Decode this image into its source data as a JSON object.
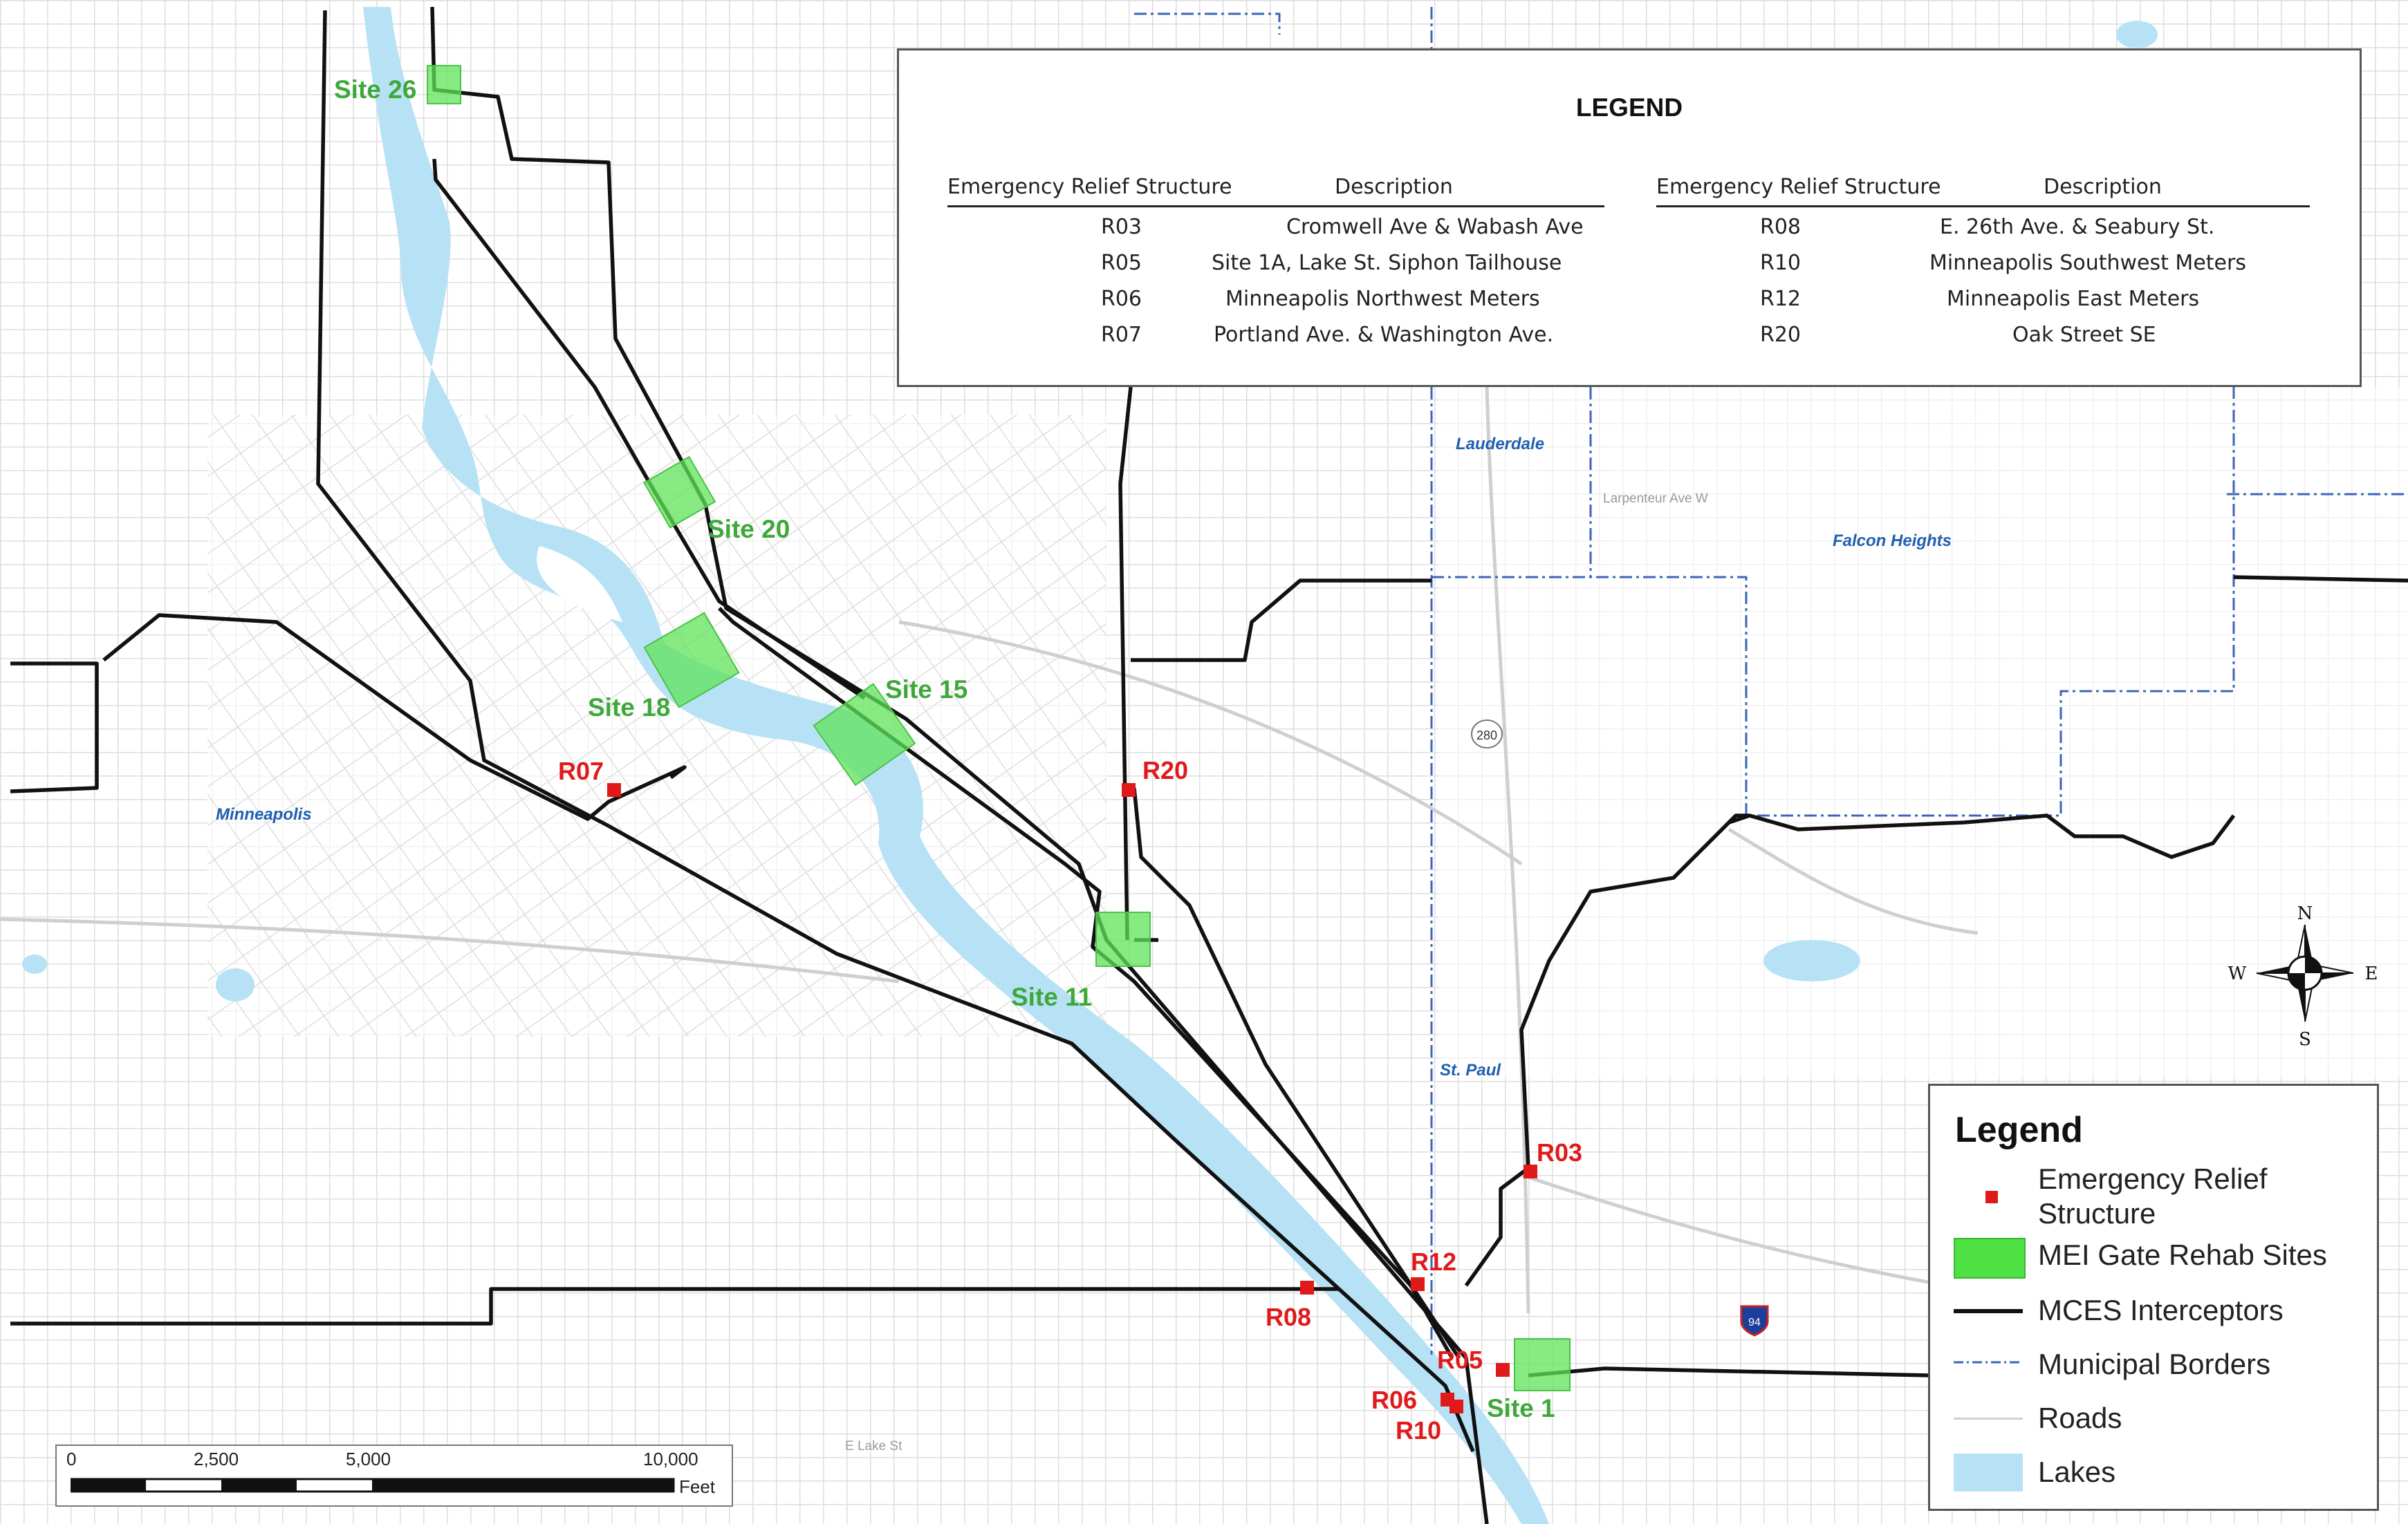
{
  "map": {
    "sites": [
      {
        "id": "site-26",
        "label": "Site 26"
      },
      {
        "id": "site-20",
        "label": "Site 20"
      },
      {
        "id": "site-18",
        "label": "Site 18"
      },
      {
        "id": "site-15",
        "label": "Site 15"
      },
      {
        "id": "site-11",
        "label": "Site 11"
      },
      {
        "id": "site-1",
        "label": "Site 1"
      }
    ],
    "relief_structures": [
      "R07",
      "R20",
      "R03",
      "R12",
      "R08",
      "R05",
      "R06",
      "R10"
    ],
    "places": [
      "Minneapolis",
      "Lauderdale",
      "Falcon Heights",
      "St. Paul"
    ],
    "roads": [
      "Larpenteur Ave W",
      "E Lake St"
    ],
    "highway_shields": [
      "280",
      "94"
    ],
    "colors": {
      "interceptor": "#111111",
      "lake": "#b7e2f6",
      "site": "#5fe35a",
      "relief": "#e01a1a",
      "border": "#3a66b8",
      "road": "#d8d8d8"
    }
  },
  "table": {
    "title": "LEGEND",
    "col_header_structure": "Emergency Relief Structure",
    "col_header_description": "Description",
    "left_rows": [
      {
        "id": "R03",
        "desc": "Cromwell Ave & Wabash Ave"
      },
      {
        "id": "R05",
        "desc": "Site 1A, Lake St. Siphon Tailhouse"
      },
      {
        "id": "R06",
        "desc": "Minneapolis Northwest Meters"
      },
      {
        "id": "R07",
        "desc": "Portland Ave. & Washington Ave."
      }
    ],
    "right_rows": [
      {
        "id": "R08",
        "desc": "E. 26th Ave. & Seabury St."
      },
      {
        "id": "R10",
        "desc": "Minneapolis Southwest Meters"
      },
      {
        "id": "R12",
        "desc": "Minneapolis East Meters"
      },
      {
        "id": "R20",
        "desc": "Oak Street SE"
      }
    ]
  },
  "legend": {
    "title": "Legend",
    "items": [
      {
        "label": "Emergency Relief Structure",
        "icon": "red-square"
      },
      {
        "label": "MEI Gate Rehab Sites",
        "icon": "green-rectangle"
      },
      {
        "label": "MCES Interceptors",
        "icon": "black-line"
      },
      {
        "label": "Municipal Borders",
        "icon": "dash-dot-line"
      },
      {
        "label": "Roads",
        "icon": "gray-line"
      },
      {
        "label": "Lakes",
        "icon": "blue-rectangle"
      }
    ]
  },
  "compass": {
    "n": "N",
    "s": "S",
    "e": "E",
    "w": "W"
  },
  "scale": {
    "ticks": [
      "0",
      "2,500",
      "5,000",
      "10,000"
    ],
    "unit": "Feet"
  }
}
